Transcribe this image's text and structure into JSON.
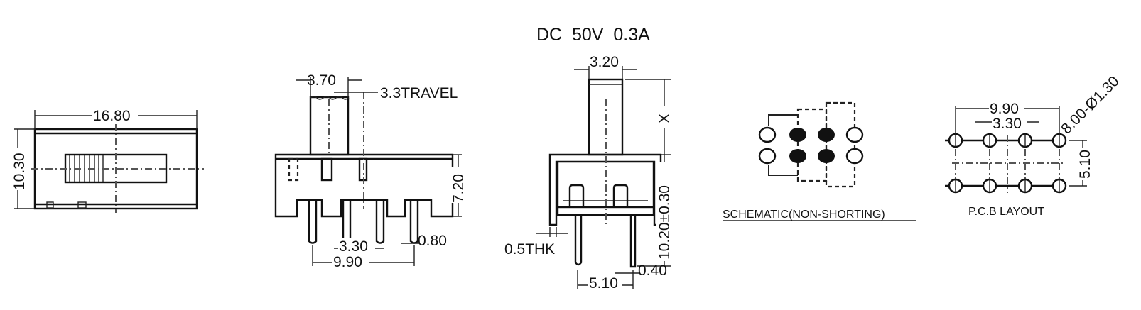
{
  "title": "DC  50V  0.3A",
  "top_view": {
    "width_dim": "16.80",
    "height_dim": "10.30"
  },
  "side_view": {
    "actuator_dim": "3.70",
    "travel": "3.3TRAVEL",
    "height_dim": "7.20",
    "pitch_dim": "3.30",
    "span_dim": "9.90",
    "pin_dim": "0.80"
  },
  "front_view": {
    "actuator_dim": "3.20",
    "x_dim": "X",
    "height_dim": "10.20±0.30",
    "thickness": "0.5THK",
    "pin_spacing": "5.10",
    "pin_dim": "0.40"
  },
  "schematic": {
    "label": "SCHEMATIC(NON-SHORTING)"
  },
  "pcb_layout": {
    "label": "P.C.B LAYOUT",
    "span_dim": "9.90",
    "pitch_dim": "3.30",
    "row_dim": "5.10",
    "hole_dim": "8.00-Ø1.30"
  }
}
